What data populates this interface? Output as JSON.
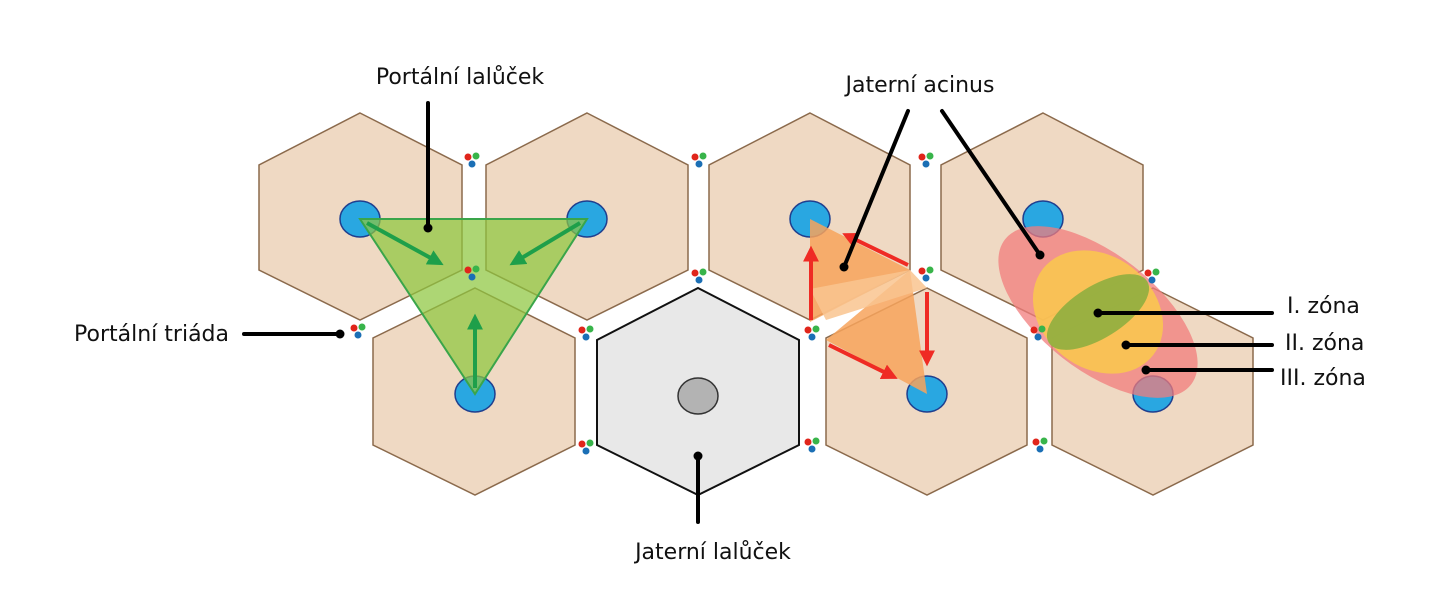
{
  "labels": {
    "portal_lobule": "Portální lalůček",
    "hepatic_acinus": "Jaterní acinus",
    "portal_triad": "Portální triáda",
    "hepatic_lobule": "Jaterní lalůček",
    "zone_1": "I. zóna",
    "zone_2": "II. zóna",
    "zone_3": "III. zóna"
  },
  "colors": {
    "hex_fill": "#efd9c3",
    "hex_stroke": "#8b6a4c",
    "central_vein": "#29a7e1",
    "central_vein_stroke": "#1f3f8f",
    "lobule_fill": "#e8e8e8",
    "lobule_center": "#b3b3b3",
    "portal_triangle": "#8dc63f",
    "portal_arrow": "#1e9f4a",
    "acinus_fill": "#f7a35c",
    "acinus_arrow": "#ef2b24",
    "zone_3_fill": "#f27c7c",
    "zone_2_fill": "#f9c74f",
    "zone_1_fill": "#8fae3f",
    "triad_red": "#e0251b",
    "triad_green": "#38b44a",
    "triad_blue": "#1b6fb5"
  }
}
